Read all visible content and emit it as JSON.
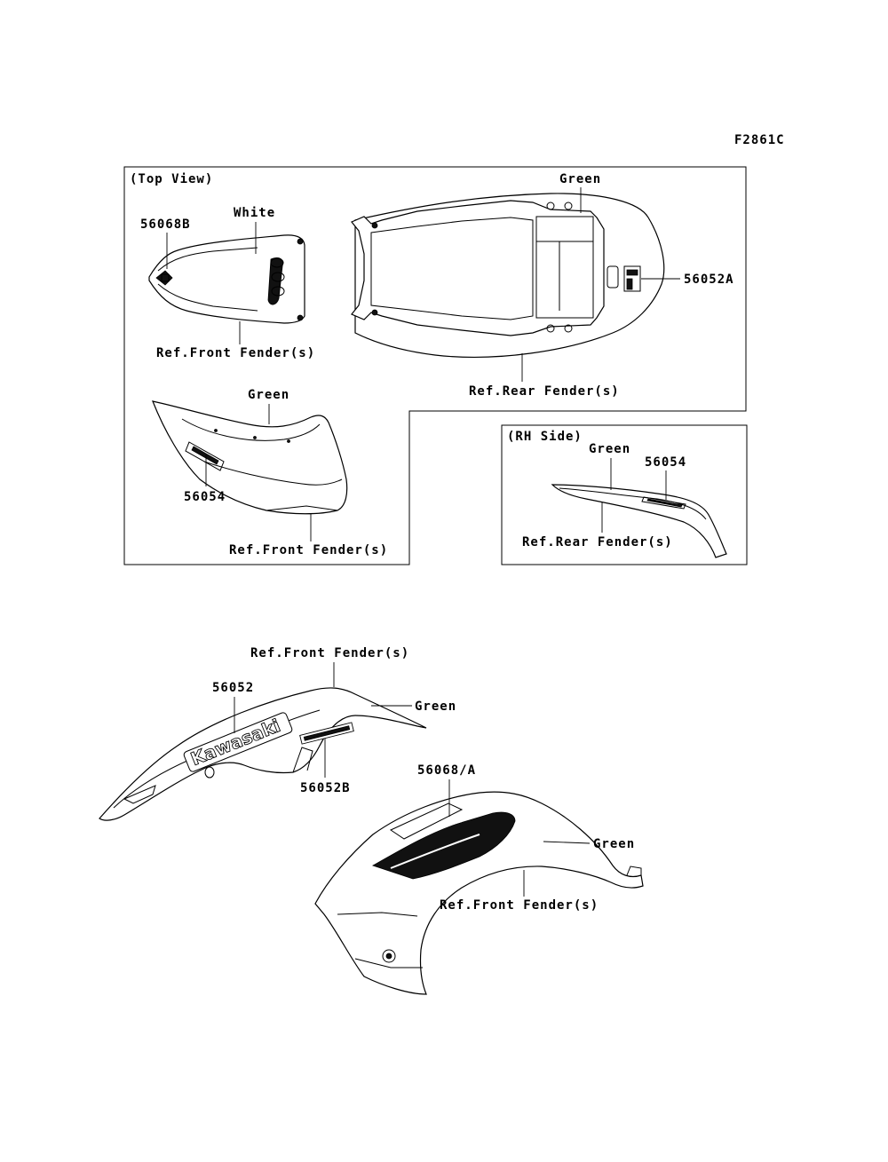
{
  "figure_code": "F2861C",
  "top_panel": {
    "view_label": "(Top View)",
    "labels": {
      "part_56068b": "56068B",
      "color_white": "White",
      "ref_front_fender_1": "Ref.Front Fender(s)",
      "color_green_rear": "Green",
      "part_56052a": "56052A",
      "ref_rear_fender": "Ref.Rear Fender(s)",
      "color_green_front": "Green",
      "part_56054": "56054",
      "ref_front_fender_2": "Ref.Front Fender(s)"
    }
  },
  "rh_side_panel": {
    "view_label": "(RH Side)",
    "labels": {
      "color_green": "Green",
      "part_56054": "56054",
      "ref_rear_fender": "Ref.Rear Fender(s)"
    }
  },
  "lower_left": {
    "labels": {
      "ref_front_fender": "Ref.Front Fender(s)",
      "part_56052": "56052",
      "color_green": "Green",
      "part_56052b": "56052B"
    },
    "decal_text": "Kawasaki"
  },
  "lower_right": {
    "labels": {
      "part_56068a": "56068/A",
      "color_green": "Green",
      "ref_front_fender": "Ref.Front Fender(s)"
    }
  }
}
